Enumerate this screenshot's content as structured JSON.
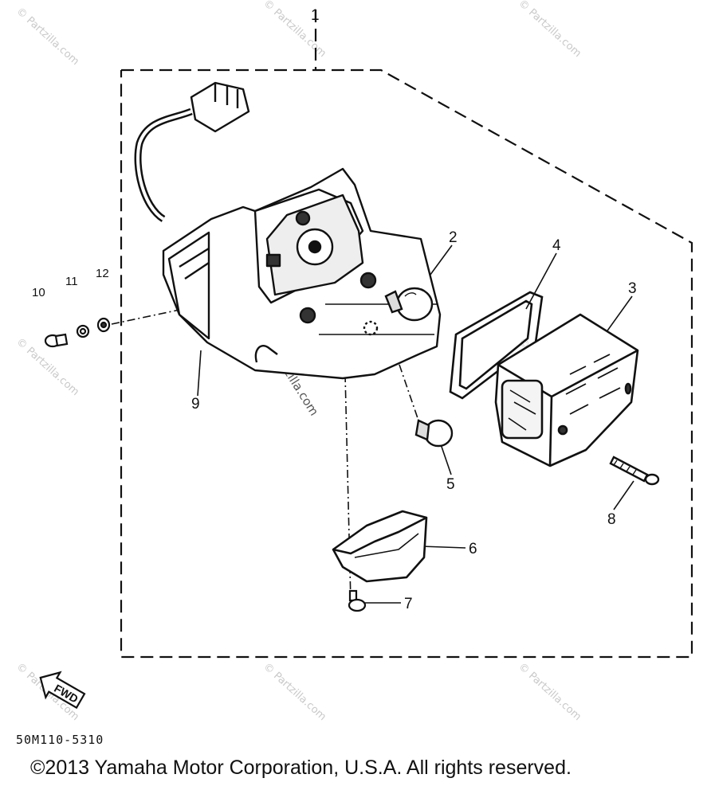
{
  "watermark": "© Partzilla.com",
  "callouts": {
    "c1": "1",
    "c2": "2",
    "c3": "3",
    "c4": "4",
    "c5": "5",
    "c6": "6",
    "c7": "7",
    "c8": "8",
    "c9": "9",
    "c10": "10",
    "c11": "11",
    "c12": "12"
  },
  "fwd_label": "FWD",
  "diagram_code": "50M110-5310",
  "copyright": "©2013  Yamaha Motor Corporation, U.S.A. All rights reserved."
}
